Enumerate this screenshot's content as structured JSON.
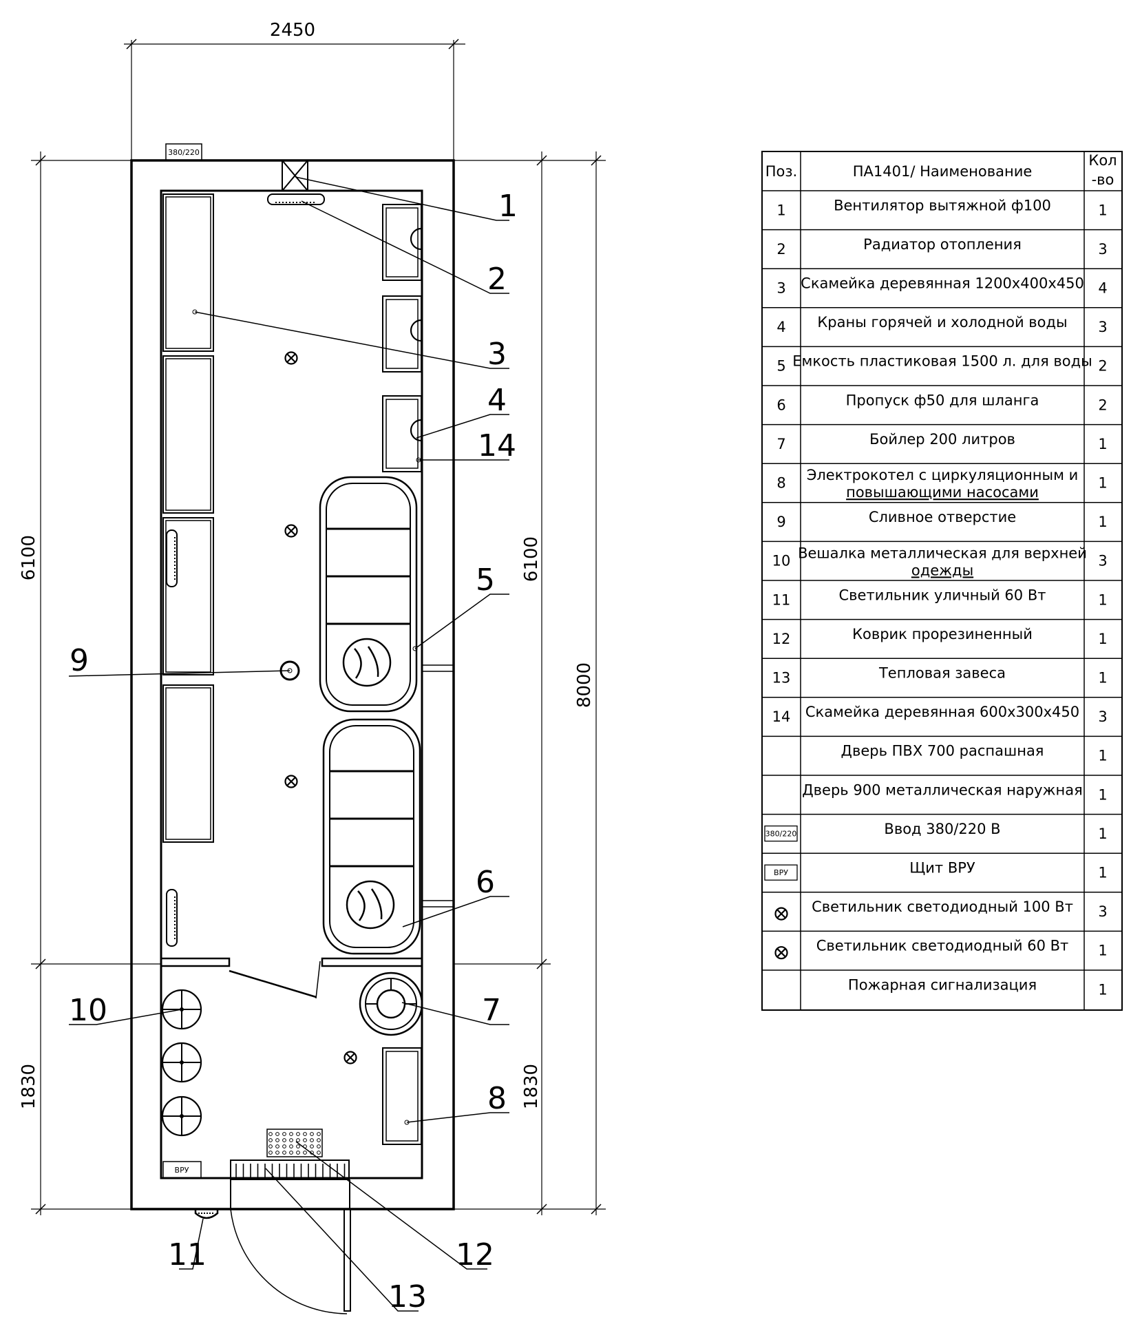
{
  "dimensions": {
    "width_top": "2450",
    "left_total": "6100",
    "left_lower": "1830",
    "right_upper": "6100",
    "right_lower": "1830",
    "right_total": "8000"
  },
  "plan_labels": {
    "input": "380/220",
    "panel": "ВРУ"
  },
  "callouts": [
    "1",
    "2",
    "3",
    "4",
    "14",
    "5",
    "9",
    "6",
    "10",
    "7",
    "8",
    "11",
    "12",
    "13"
  ],
  "table": {
    "header_pos": "Поз.",
    "header_name": "ПА1401/ Наименование",
    "header_qty_1": "Кол",
    "header_qty_2": "-во",
    "rows": [
      {
        "pos": "1",
        "name": "Вентилятор вытяжной ф100",
        "qty": "1"
      },
      {
        "pos": "2",
        "name": "Радиатор отопления",
        "qty": "3"
      },
      {
        "pos": "3",
        "name": "Скамейка деревянная 1200х400х450",
        "qty": "4"
      },
      {
        "pos": "4",
        "name": "Краны горячей и холодной воды",
        "qty": "3"
      },
      {
        "pos": "5",
        "name": "Емкость пластиковая 1500 л. для воды",
        "qty": "2"
      },
      {
        "pos": "6",
        "name": "Пропуск ф50 для шланга",
        "qty": "2"
      },
      {
        "pos": "7",
        "name": "Бойлер 200 литров",
        "qty": "1"
      },
      {
        "pos": "8",
        "name": "Электрокотел с циркуляционным и",
        "name2": "повышающими насосами",
        "qty": "1"
      },
      {
        "pos": "9",
        "name": "Сливное отверстие",
        "qty": "1"
      },
      {
        "pos": "10",
        "name": "Вешалка металлическая для верхней",
        "name2": "одежды",
        "qty": "3"
      },
      {
        "pos": "11",
        "name": "Светильник уличный 60 Вт",
        "qty": "1"
      },
      {
        "pos": "12",
        "name": "Коврик прорезиненный",
        "qty": "1"
      },
      {
        "pos": "13",
        "name": "Тепловая завеса",
        "qty": "1"
      },
      {
        "pos": "14",
        "name": "Скамейка деревянная 600х300х450",
        "qty": "3"
      },
      {
        "pos": "",
        "name": "Дверь ПВХ 700  распашная",
        "qty": "1"
      },
      {
        "pos": "",
        "name": "Дверь 900 металлическая наружная",
        "qty": "1"
      },
      {
        "pos": "380/220",
        "name": "Ввод 380/220 В",
        "qty": "1",
        "symbol": "input-box"
      },
      {
        "pos": "ВРУ",
        "name": "Щит ВРУ",
        "qty": "1",
        "symbol": "panel-box"
      },
      {
        "pos": "",
        "name": "Светильник светодиодный  100 Вт",
        "qty": "3",
        "symbol": "lamp-icon"
      },
      {
        "pos": "",
        "name": "Светильник светодиодный  60 Вт",
        "qty": "1",
        "symbol": "lamp-icon"
      },
      {
        "pos": "",
        "name": "Пожарная сигнализация",
        "qty": "1"
      }
    ]
  }
}
